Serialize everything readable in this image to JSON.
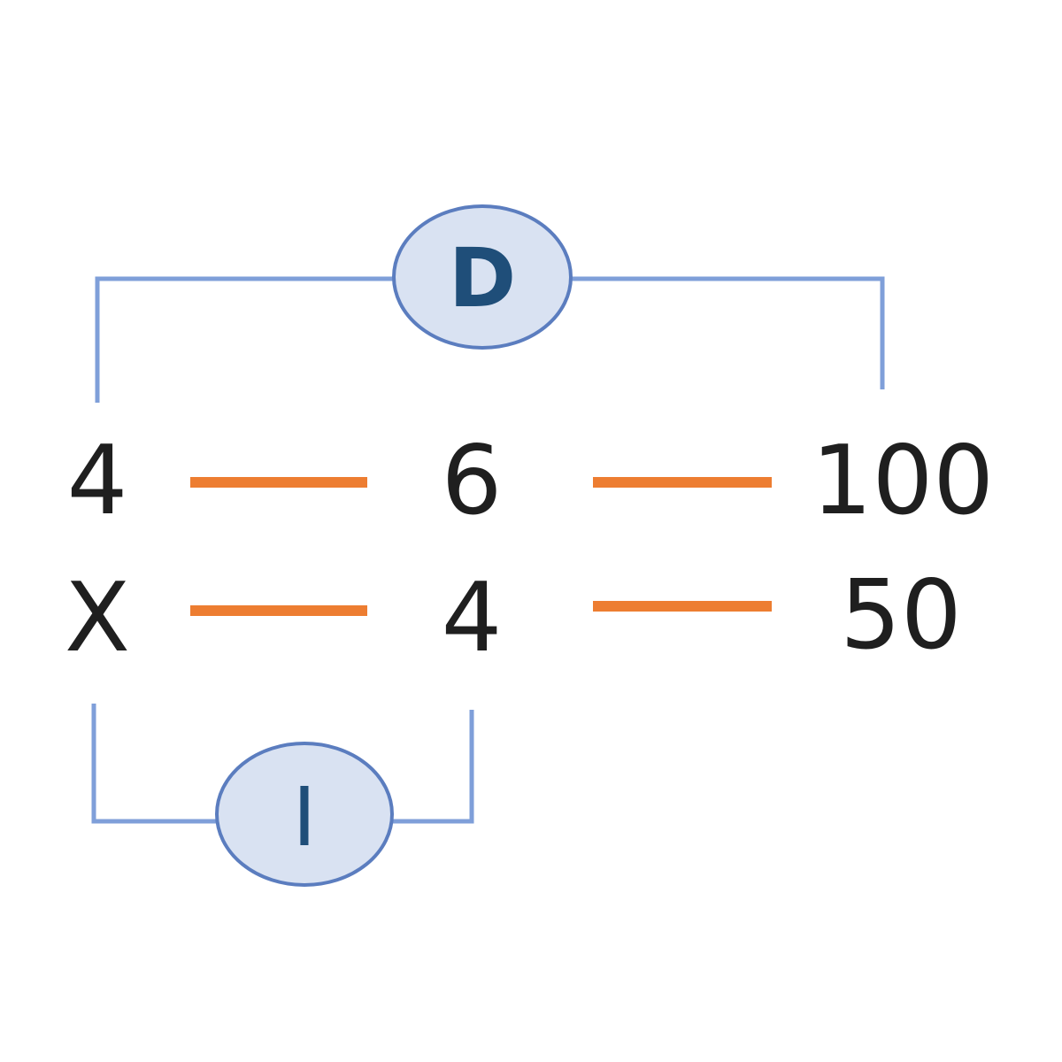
{
  "colors": {
    "bracket": "#7f9fd9",
    "dash": "#ed7d31",
    "badge_fill": "#d9e2f2",
    "badge_stroke": "#5b7dbf",
    "badge_text": "#1f4e79",
    "text": "#1f1f1f"
  },
  "top_badge": {
    "label": "D"
  },
  "bottom_badge": {
    "label": "I"
  },
  "row1": [
    "4",
    "6",
    "100"
  ],
  "row2": [
    "X",
    "4",
    "50"
  ]
}
